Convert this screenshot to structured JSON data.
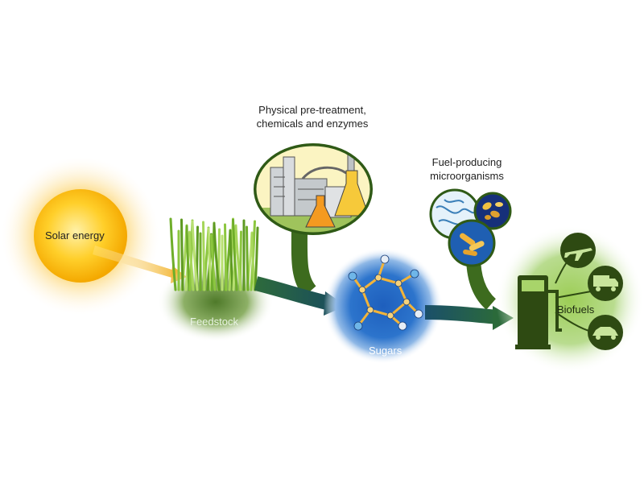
{
  "labels": {
    "solar": "Solar energy",
    "feedstock": "Feedstock",
    "pretreatment_line1": "Physical pre-treatment,",
    "pretreatment_line2": "chemicals and enzymes",
    "microorganisms_line1": "Fuel-producing",
    "microorganisms_line2": "microorganisms",
    "sugars": "Sugars",
    "biofuels": "Biofuels"
  },
  "icons": {
    "sun": "sun-icon",
    "grass": "grass-icon",
    "factory": "factory-lab-icon",
    "molecule": "sugar-molecule-icon",
    "microbes": [
      "microbe-strands-icon",
      "microbe-cluster-icon",
      "microbe-rods-icon"
    ],
    "pump": "fuel-pump-icon",
    "airplane": "airplane-icon",
    "truck": "truck-icon",
    "car": "car-icon"
  },
  "colors": {
    "sun_core": "#f7b500",
    "sun_glow": "#fde7a3",
    "solar_arrow": "#f5c04a",
    "flow_arrow": "#1f5b4f",
    "feeder_stem": "#3d6b1e",
    "grass": "#8cc63f",
    "molecule_bg": "#1f5cb5",
    "bond": "#f2b43a",
    "biofuel_glow": "#9fd06a",
    "badge": "#2e4a12"
  }
}
